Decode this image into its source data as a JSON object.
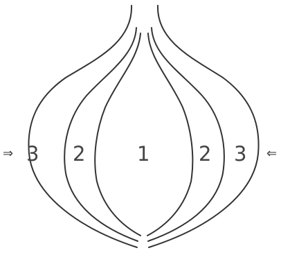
{
  "labels": {
    "zone_center": "1",
    "zone_left_2": "2",
    "zone_left_3": "3",
    "zone_right_2": "2",
    "zone_right_3": "3"
  },
  "arrows": {
    "left": "⇒",
    "right": "⇐"
  },
  "colors": {
    "ink": "#333333",
    "background": "#ffffff"
  }
}
